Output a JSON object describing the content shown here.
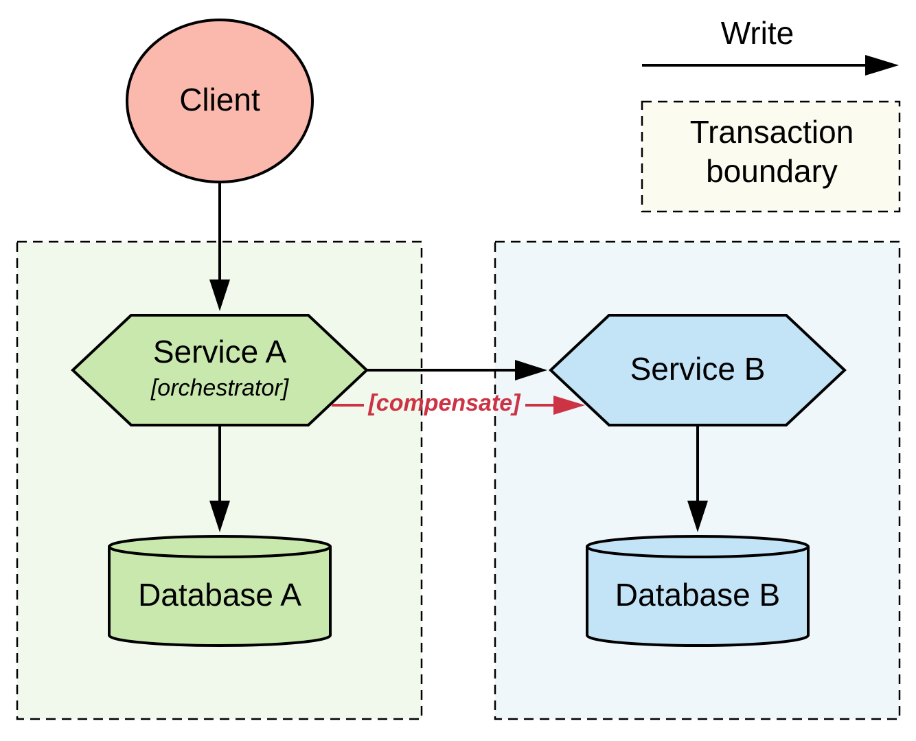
{
  "legend": {
    "write_label": "Write",
    "boundary_label_line1": "Transaction",
    "boundary_label_line2": "boundary"
  },
  "nodes": {
    "client": {
      "label": "Client"
    },
    "service_a": {
      "label": "Service A",
      "sublabel": "[orchestrator]"
    },
    "service_b": {
      "label": "Service B"
    },
    "database_a": {
      "label": "Database A"
    },
    "database_b": {
      "label": "Database B"
    }
  },
  "edges": {
    "compensate_label": "[compensate]"
  },
  "colors": {
    "client_fill": "#fbb9ae",
    "green_fill": "#c8e8ad",
    "blue_fill": "#c3e3f6",
    "boundary_a_fill": "#f1f8ec",
    "boundary_b_fill": "#eff7fb",
    "legend_boundary_fill": "#fcfbef",
    "compensate_color": "#cc3344"
  }
}
